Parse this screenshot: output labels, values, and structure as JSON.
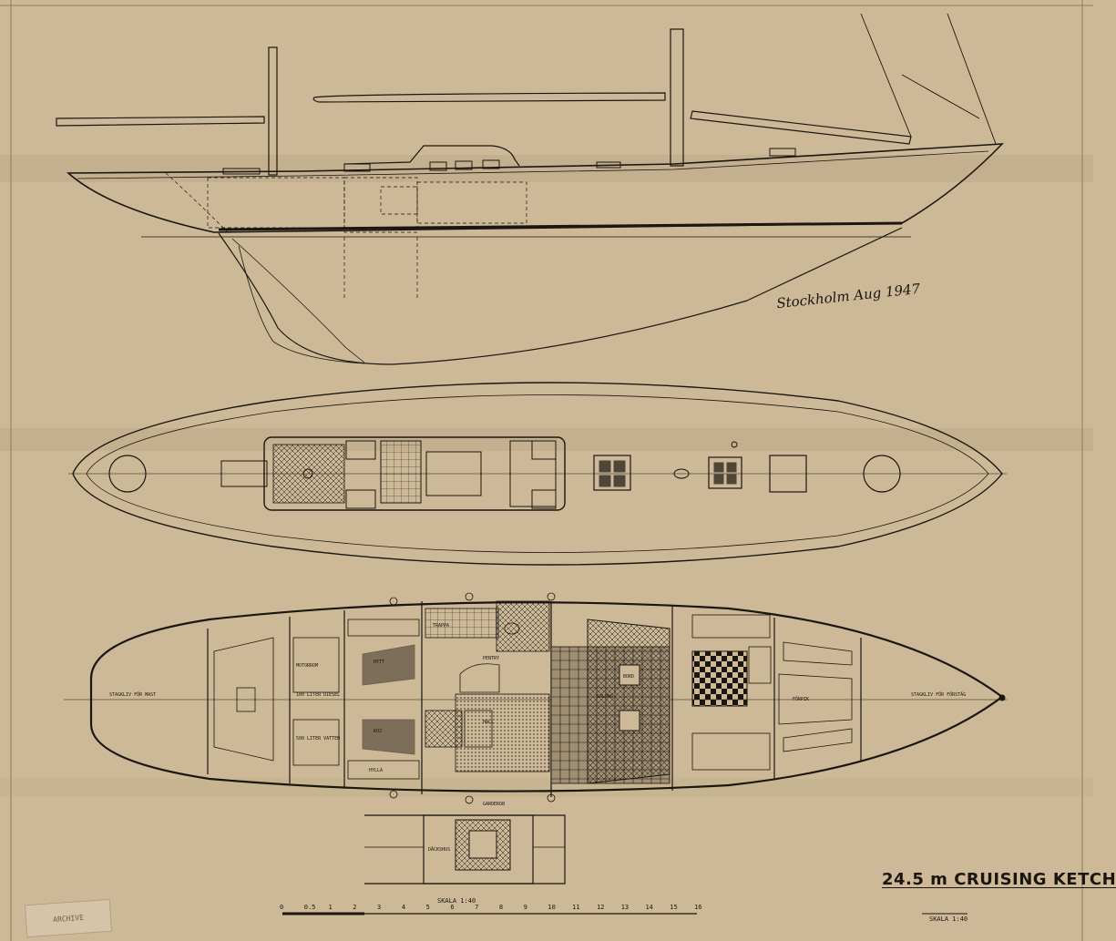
{
  "drawing": {
    "title": "24.5 m CRUISING KETCH",
    "signature_place_date": "Stockholm Aug 1947",
    "scale_center": "SKALA 1:40",
    "scale_right": "SKALA 1:40",
    "archive_stamp": "ARCHIVE",
    "scale_ticks": [
      "0",
      "0.5",
      "1",
      "2",
      "3",
      "4",
      "5",
      "6",
      "7",
      "8",
      "9",
      "10",
      "11",
      "12",
      "13",
      "14",
      "15",
      "16"
    ]
  },
  "plan_labels": {
    "aft_stay": "STAGKLIV FÖR MAST",
    "fore_stay": "STAGKLIV FÖR FÖRSTÄG",
    "motor": "MOTORROM",
    "kitchen": "PENTRY",
    "salon": "SALONG",
    "saloon_table": "BORD",
    "cabin": "HYTT",
    "shelf": "HYLLA",
    "bunk": "KOJ",
    "fuel": "100 LITER DIESEL",
    "water": "500 LITER VATTEN",
    "hallway": "HALL",
    "wardrobe": "GARDEROB",
    "deckhouse": "DÄCKSHUS",
    "pantry_steps": "TRAPPA",
    "forepeak": "FÖRPIK"
  },
  "colors": {
    "paper": "#cdb997",
    "ink": "#1b1610"
  }
}
